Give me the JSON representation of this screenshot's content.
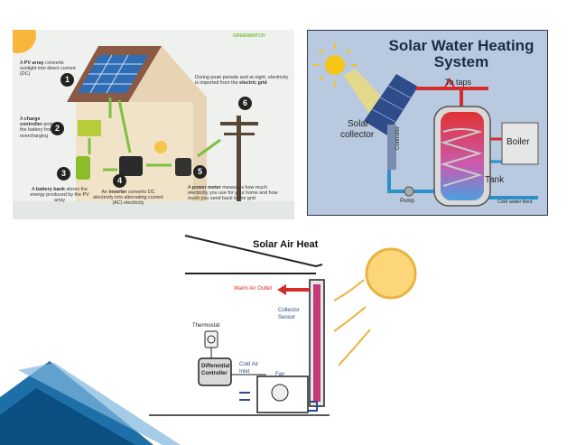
{
  "pv_panel": {
    "brand": "GREENMATCH",
    "steps": [
      {
        "num": "1",
        "bold": "PV array",
        "pre": "A ",
        "post": " converts sunlight into direct current (DC)"
      },
      {
        "num": "2",
        "bold": "charge controller",
        "pre": "A ",
        "post": " protects the battery from overcharging"
      },
      {
        "num": "3",
        "bold": "battery bank",
        "pre": "A ",
        "post": " stores the energy produced by the PV array"
      },
      {
        "num": "4",
        "bold": "inverter",
        "pre": "An ",
        "post": " converts DC electricity into alternating current (AC) electricity"
      },
      {
        "num": "5",
        "bold": "power meter",
        "pre": "A ",
        "post": " measures how much electricity you use for your home and how much you send back to the grid"
      },
      {
        "num": "6",
        "bold": "electric grid",
        "pre": "During peak periods and at night, electricity is imported from the ",
        "post": ""
      }
    ]
  },
  "swh_panel": {
    "title_line1": "Solar Water Heating",
    "title_line2": "System",
    "to_taps": "To taps",
    "solar_collector_1": "Solar",
    "solar_collector_2": "collector",
    "controller": "Controller",
    "boiler": "Boiler",
    "tank": "Tank",
    "pump": "Pump",
    "cold_water_feed": "Cold water feed"
  },
  "sah_panel": {
    "title": "Solar Air Heat",
    "warm_air_outlet": "Warm Air Outlet",
    "collector_sensor_1": "Collector",
    "collector_sensor_2": "Sensor",
    "thermostat": "Thermostat",
    "differential_1": "Differential",
    "differential_2": "Controller",
    "cold_air_1": "Cold Air",
    "cold_air_2": "Inlet",
    "fan": "Fan"
  }
}
